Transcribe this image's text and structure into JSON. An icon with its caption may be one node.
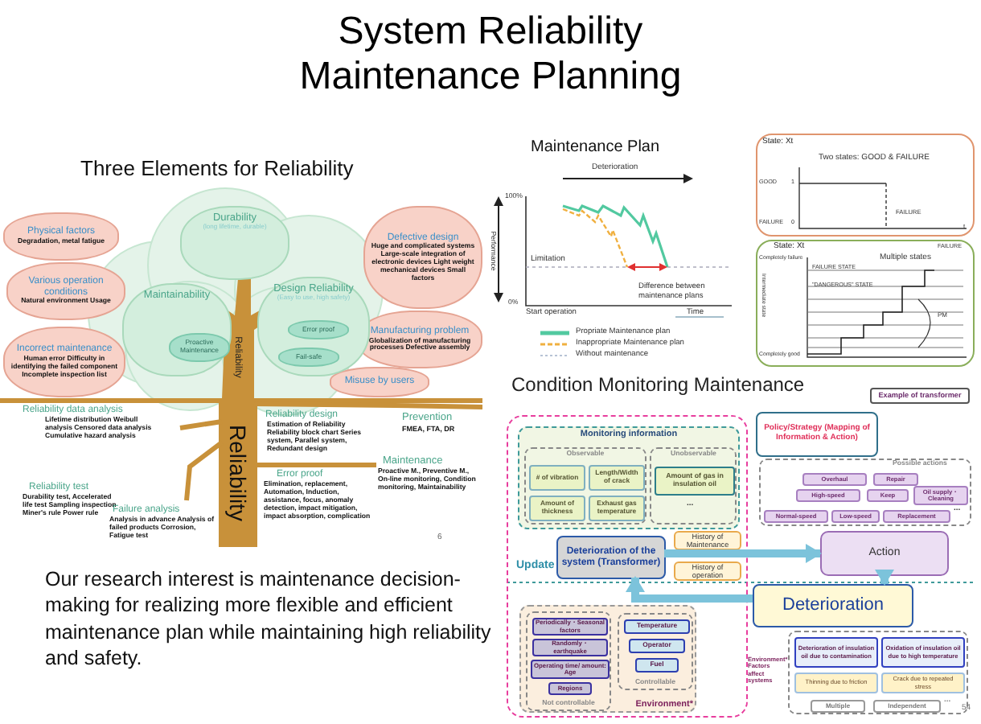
{
  "diagram": {
    "title": "System Reliability Maintenance Planning",
    "nodes": [
      {
        "text": [
          "Physical factors",
          "Degradation, metal fatigue"
        ]
      },
      {
        "text": [
          "Various operation conditions",
          "Natural environment Usage"
        ]
      },
      {
        "text": [
          "Incorrect maintenance",
          "Human error Difficulty in identifying the failed component Incomplete inspection list"
        ]
      },
      {
        "text": [
          "Defective design",
          "Huge and complicated systems Large-scale integration of electronic devices Light weight mechanical devices Small factors"
        ]
      },
      {
        "text": [
          "Manufacturing problem",
          "Globalization of manufacturing processes Defective assembly"
        ]
      },
      {
        "text": [
          "Misuse by users"
        ]
      },
      {
        "text": [
          "Durability",
          "(long lifetime, durable)"
        ]
      },
      {
        "text": [
          "Maintainability"
        ]
      },
      {
        "text": [
          "Design Reliability",
          "(Easy to use, high safety)"
        ]
      },
      {
        "text": [
          "Error proof"
        ],
        "in": 8
      },
      {
        "text": [
          "Fail-safe"
        ],
        "in": 8
      },
      {
        "text": [
          "Proactive Maintenance"
        ],
        "in": 7
      },
      {
        "text": [
          "State: Xt",
          "Two states: GOOD & FAILURE",
          "GOOD",
          "FAILURE",
          "1",
          "0",
          "FAILURE",
          "t"
        ]
      },
      {
        "text": [
          "State: Xt",
          "Multiple states",
          "FAILURE",
          "Completely failure",
          "FAILURE STATE",
          "\"DANGEROUS\" STATE",
          "Intermediate state",
          "Completely good",
          "PM"
        ]
      },
      {
        "text": [
          "Example of transformer"
        ]
      },
      {
        "text": [],
        "shape": "box"
      },
      {
        "text": [
          "Monitoring information"
        ],
        "in": 15
      },
      {
        "text": [
          "Observable"
        ],
        "in": 16
      },
      {
        "text": [
          "# of vibration"
        ],
        "in": 17
      },
      {
        "text": [
          "Length/Width of crack"
        ],
        "in": 17
      },
      {
        "text": [
          "Amount of thickness"
        ],
        "in": 17
      },
      {
        "text": [
          "Exhaust gas temperature"
        ],
        "in": 17
      },
      {
        "text": [
          "Unobservable",
          "..."
        ],
        "in": 16
      },
      {
        "text": [
          "Amount of gas in insulation oil"
        ],
        "in": 22
      },
      {
        "text": [
          "History of Maintenance"
        ],
        "in": 15
      },
      {
        "text": [
          "Deterioration of the system (Transformer)"
        ],
        "in": 15
      },
      {
        "text": [
          "History of operation"
        ],
        "in": 15
      },
      {
        "text": [
          "Policy/Strategy (Mapping of Information & Action)"
        ]
      },
      {
        "text": [
          "Possible actions",
          "..."
        ]
      },
      {
        "text": [
          "Overhaul"
        ],
        "in": 28
      },
      {
        "text": [
          "Repair"
        ],
        "in": 28
      },
      {
        "text": [
          "High-speed"
        ],
        "in": 28
      },
      {
        "text": [
          "Keep"
        ],
        "in": 28
      },
      {
        "text": [
          "Oil supply・Cleaning"
        ],
        "in": 28
      },
      {
        "text": [
          "Normal-speed"
        ],
        "in": 28
      },
      {
        "text": [
          "Low-speed"
        ],
        "in": 28
      },
      {
        "text": [
          "Replacement"
        ],
        "in": 28
      },
      {
        "text": [
          "Action"
        ]
      },
      {
        "text": [
          "Deterioration"
        ]
      },
      {
        "text": [
          "Environment*"
        ],
        "in": 15
      },
      {
        "text": [
          "Not controllable"
        ],
        "in": 39
      },
      {
        "text": [
          "Periodically・Seasonal factors"
        ],
        "in": 40
      },
      {
        "text": [
          "Randomly・earthquake"
        ],
        "in": 40
      },
      {
        "text": [
          "Operating time/ amount: Age"
        ],
        "in": 40
      },
      {
        "text": [
          "Regions"
        ],
        "in": 40
      },
      {
        "text": [
          "Controllable"
        ],
        "in": 39
      },
      {
        "text": [
          "Temperature"
        ],
        "in": 45
      },
      {
        "text": [
          "Operator"
        ],
        "in": 45
      },
      {
        "text": [
          "Fuel"
        ],
        "in": 45
      },
      {
        "text": [
          "..."
        ],
        "beside": [
          "Environment* Factors affect systems"
        ]
      },
      {
        "text": [
          "Deterioration of insulation oil due to contamination"
        ],
        "in": 49
      },
      {
        "text": [
          "Oxidation of insulation oil due to high temperature"
        ],
        "in": 49
      },
      {
        "text": [
          "Thinning due to friction"
        ],
        "in": 49
      },
      {
        "text": [
          "Crack due to repeated stress"
        ],
        "in": 49
      },
      {
        "text": [
          "Multiple"
        ],
        "in": 49
      },
      {
        "text": [
          "Independent"
        ],
        "in": 49
      }
    ],
    "edges": [
      {
        "from": 25,
        "to": 37,
        "arrow": "to"
      },
      {
        "from": 37,
        "to": 38,
        "arrow": "to"
      },
      {
        "from": 38,
        "to": 25,
        "arrow": "to"
      }
    ],
    "labels": [
      "Three Elements for Reliability",
      "Reliability",
      "Reliability data analysis",
      "Lifetime distribution Weibull analysis Censored data analysis Cumulative hazard analysis",
      "Reliability test",
      "Durability test, Accelerated life test Sampling inspection Miner's rule Power rule",
      "Failure analysis",
      "Analysis in advance Analysis of failed products Corrosion, Fatigue test",
      "Reliability",
      "Reliability design",
      "Estimation of Reliability Reliability block chart Series system, Parallel system, Redundant design",
      "Error proof",
      "Elimination, replacement, Automation, Induction, assistance, focus, anomaly detection, impact mitigation, impact absorption, complication",
      "Prevention",
      "FMEA, FTA, DR",
      "Maintenance",
      "Proactive M., Preventive M., On-line monitoring, Condition monitoring, Maintainability",
      "6",
      "Our research interest is maintenance decision-making for realizing more flexible and efficient maintenance plan while maintaining high reliability and safety.",
      "Maintenance Plan",
      "Deterioration",
      "100%",
      "Performance",
      "Limitation",
      "0%",
      "Start operation",
      "Difference between maintenance plans",
      "Time",
      "Condition Monitoring Maintenance",
      "Update",
      "54"
    ],
    "legend": [
      {
        "text": "Propriate Maintenance plan"
      },
      {
        "text": "Inappropriate Maintenance plan"
      },
      {
        "text": "Without maintenance"
      }
    ]
  }
}
